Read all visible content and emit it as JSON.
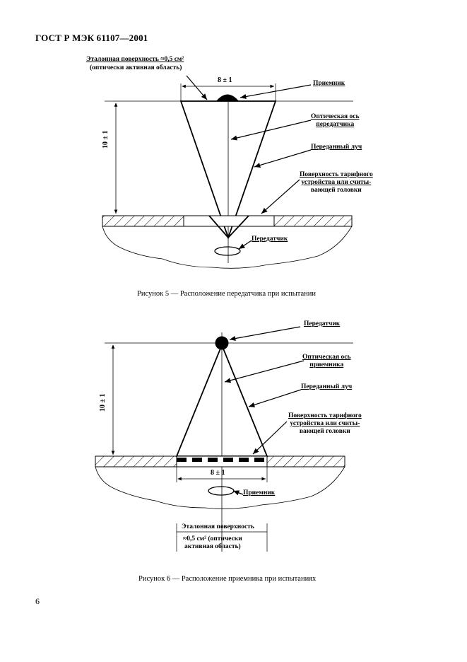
{
  "header": {
    "title": "ГОСТ Р МЭК 61107—2001"
  },
  "figure5": {
    "ref_surface_line1": "Эталонная поверхность ≈0,5 см²",
    "ref_surface_line2": "(оптически активная область)",
    "width_dim": "8 ± 1",
    "height_dim": "10 ± 1",
    "receiver": "Приемник",
    "optical_axis_line1": "Оптическая ось",
    "optical_axis_line2": "передатчика",
    "transmitted_beam": "Переданный луч",
    "surface_line1": "Поверхность тарифного",
    "surface_line2": "устройства или считы-",
    "surface_line3": "вающей головки",
    "transmitter": "Передатчик",
    "caption": "Рисунок 5 — Расположение передатчика при испытании"
  },
  "figure6": {
    "transmitter": "Передатчик",
    "optical_axis_line1": "Оптическая ось",
    "optical_axis_line2": "приемника",
    "transmitted_beam": "Переданный луч",
    "surface_line1": "Поверхность тарифного",
    "surface_line2": "устройства или считы-",
    "surface_line3": "вающей головки",
    "height_dim": "10 ± 1",
    "width_dim": "8 ± 1",
    "receiver": "Приемник",
    "ref_surface_line1": "Эталонная поверхность",
    "ref_surface_line2": "≈0,5 см² (оптически",
    "ref_surface_line3": "активная область)",
    "caption": "Рисунок 6 — Расположение приемника при испытаниях"
  },
  "page_number": "6"
}
